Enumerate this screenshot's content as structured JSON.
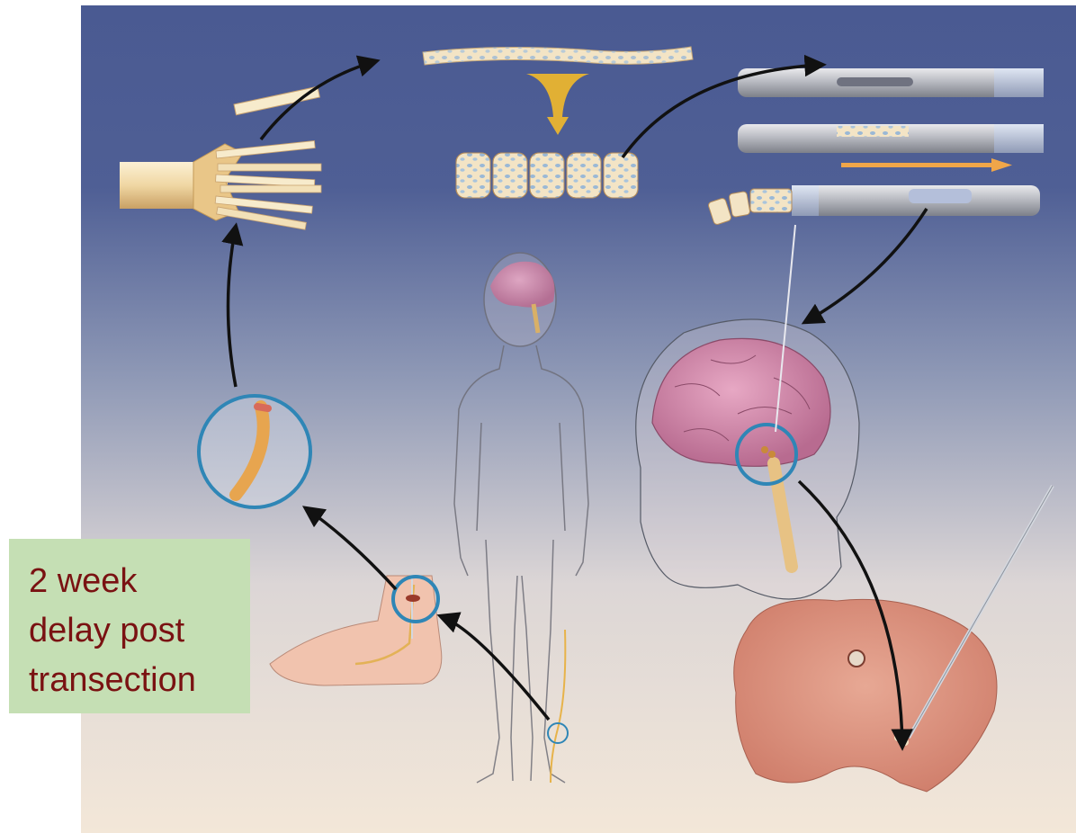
{
  "note": {
    "lines": [
      "2 week",
      "delay post",
      "transection"
    ],
    "text_color": "#7a1212",
    "box_color": "#c5dfb4"
  },
  "illustration": {
    "background_top": "#4a5a92",
    "background_bottom": "#f3e7d8",
    "arrow_color": "#111111",
    "highlight_circle_color": "#2f86b6",
    "sequence": [
      "nerve-transection-at-ankle",
      "nerve-segment-magnified",
      "nerve-fascicles",
      "nerve-fiber-strand",
      "cylinder-segments",
      "loading-tubes",
      "injection-into-brain",
      "brainstem-section-with-needle"
    ]
  }
}
